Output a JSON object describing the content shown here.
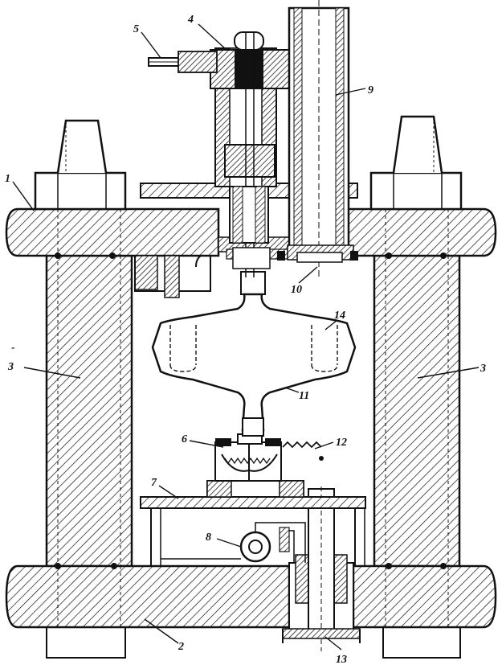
{
  "labels": {
    "l1": "1",
    "l2": "2",
    "l3a": "3",
    "l3b": "3",
    "l4": "4",
    "l5": "5",
    "l6": "6",
    "l7": "7",
    "l8": "8",
    "l9": "9",
    "l10": "10",
    "l11": "11",
    "l12": "12",
    "l13": "13",
    "l14": "14",
    "dash": "-"
  }
}
